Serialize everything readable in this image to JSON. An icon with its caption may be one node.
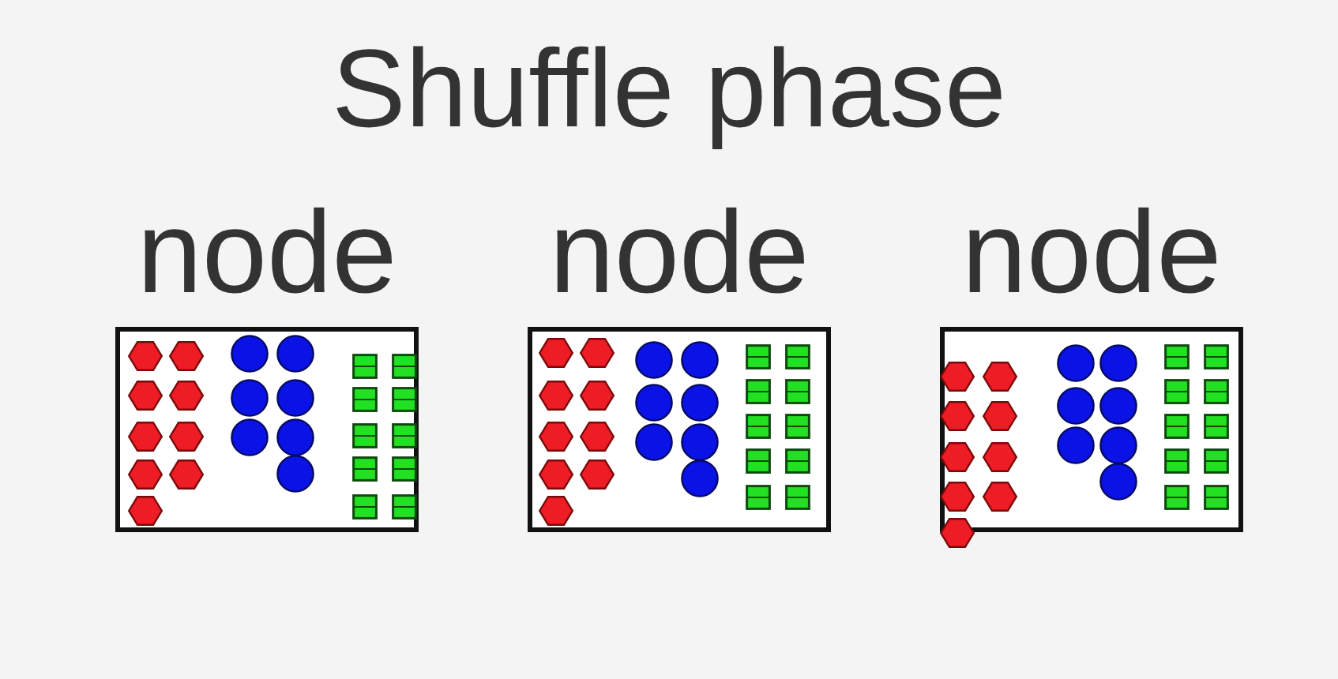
{
  "diagram": {
    "title": "Shuffle phase",
    "nodes": [
      {
        "text": [
          "node"
        ]
      },
      {
        "text": [
          "node"
        ]
      },
      {
        "text": [
          "node"
        ]
      }
    ]
  }
}
